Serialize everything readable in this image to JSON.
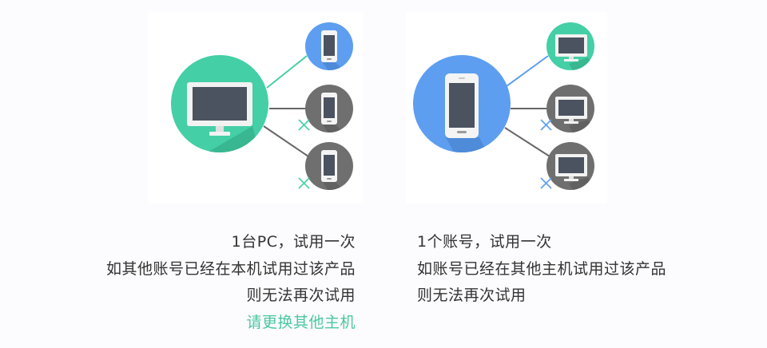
{
  "colors": {
    "accent": "#4ac7a3",
    "pc_circle": "#44cfa6",
    "phone_circle": "#5d9ef0",
    "disabled_circle": "#6f6f6f",
    "blue_x": "#5d9ef0",
    "green_x": "#44cfa6"
  },
  "left_panel": {
    "main_device": "monitor-icon",
    "target_devices": [
      "phone-icon",
      "phone-icon",
      "phone-icon"
    ],
    "text_lines": [
      "1台PC，试用一次",
      "如其他账号已经在本机试用过该产品",
      "则无法再次试用"
    ],
    "highlight_line": "请更换其他主机"
  },
  "right_panel": {
    "main_device": "phone-icon",
    "target_devices": [
      "monitor-icon",
      "monitor-icon",
      "monitor-icon"
    ],
    "text_lines": [
      "1个账号，试用一次",
      "如账号已经在其他主机试用过该产品",
      "则无法再次试用"
    ]
  }
}
